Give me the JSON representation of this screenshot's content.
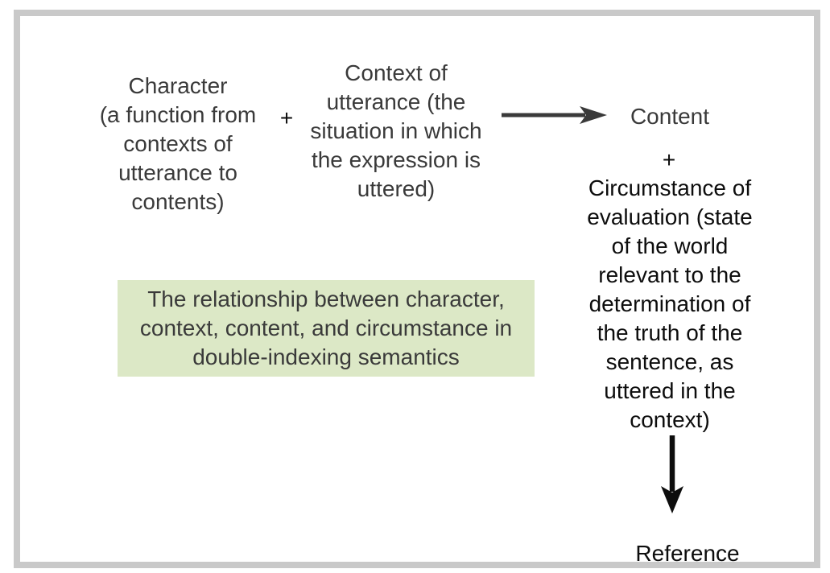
{
  "figure": {
    "character_text": "Character\n(a function from\ncontexts of\nutterance to\ncontents)",
    "plus_top": "+",
    "context_text": "Context of\nutterance (the\nsituation in which\nthe expression is\nuttered)",
    "content_text": "Content",
    "plus_right": "+",
    "circumstance_text": "Circumstance of\nevaluation (state\nof the world\nrelevant to the\ndetermination of\nthe truth of the\nsentence, as\nuttered in the\ncontext)",
    "reference_text": "Reference",
    "caption_text": "The relationship between character,\ncontext, content, and circumstance in\ndouble-indexing semantics"
  },
  "icons": {
    "arrow_right": "right-arrow",
    "arrow_down": "down-arrow"
  },
  "colors": {
    "frame-border": "#c9c9c9",
    "caption-green": "#dce8c6",
    "text-gray": "#3a3a3a",
    "text-black": "#0d0d0d",
    "arrow-gray": "#3a3a3a",
    "arrow-black": "#0d0d0d"
  }
}
